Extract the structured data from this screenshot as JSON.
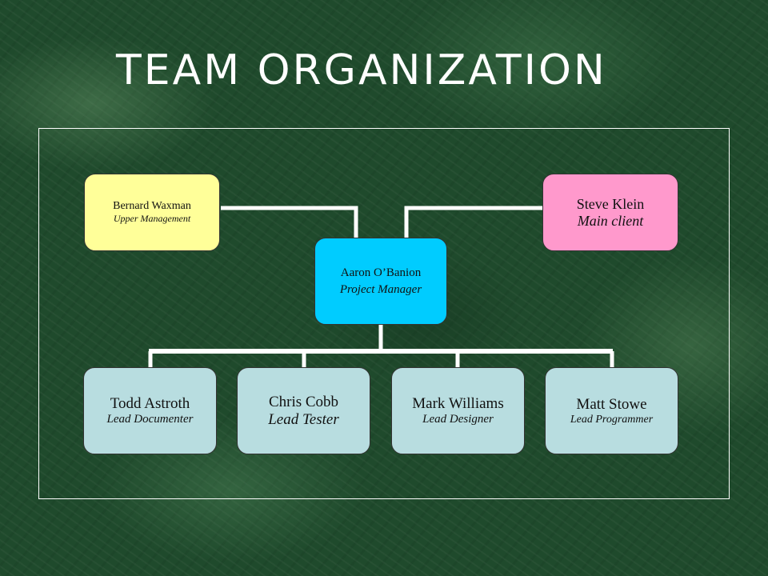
{
  "title": "Team Organization",
  "nodes": {
    "upper": {
      "name": "Bernard Waxman",
      "role": "Upper Management"
    },
    "client": {
      "name": "Steve Klein",
      "role": "Main client"
    },
    "manager": {
      "name": "Aaron O’Banion",
      "role": "Project Manager"
    },
    "documenter": {
      "name": "Todd Astroth",
      "role": "Lead Documenter"
    },
    "tester": {
      "name": "Chris Cobb",
      "role": "Lead Tester"
    },
    "designer": {
      "name": "Mark Williams",
      "role": "Lead Designer"
    },
    "programmer": {
      "name": "Matt Stowe",
      "role": "Lead Programmer"
    }
  },
  "colors": {
    "upper": "#ffff99",
    "client": "#ff99cc",
    "manager": "#00ccff",
    "team": "#b8dde0",
    "lines": "#ffffff"
  }
}
